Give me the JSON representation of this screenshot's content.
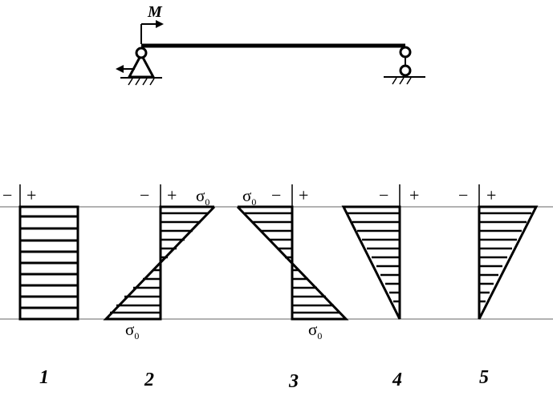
{
  "beam": {
    "moment_label": "M"
  },
  "symbols": {
    "minus": "−",
    "plus": "+",
    "sigma": "σ",
    "sigma_sub": "0"
  },
  "diagrams": [
    {
      "number": "1"
    },
    {
      "number": "2"
    },
    {
      "number": "3"
    },
    {
      "number": "4"
    },
    {
      "number": "5"
    }
  ]
}
